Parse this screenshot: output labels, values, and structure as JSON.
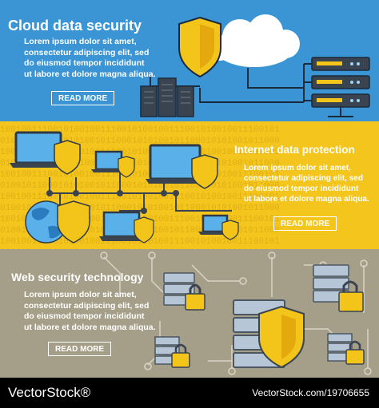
{
  "banners": [
    {
      "title": "Cloud data security",
      "body": [
        "Lorem ipsum dolor sit amet,",
        "consectetur adipiscing elit, sed",
        "do eiusmod tempor incididunt",
        "ut labore et dolore magna aliqua."
      ],
      "button": "READ MORE",
      "colors": {
        "background": "#3b95d4"
      }
    },
    {
      "title": "Internet data protection",
      "body": [
        "Lorem ipsum dolor sit amet,",
        "consectetur adipiscing elit, sed",
        "do eiusmod tempor incididunt",
        "ut labore et dolore magna aliqua."
      ],
      "button": "READ MORE",
      "colors": {
        "background": "#f4c51c"
      }
    },
    {
      "title": "Web security technology",
      "body": [
        "Lorem ipsum dolor sit amet,",
        "consectetur adipiscing elit, sed",
        "do eiusmod tempor incididunt",
        "ut labore et dolore magna aliqua."
      ],
      "button": "READ MORE",
      "colors": {
        "background": "#a59e88"
      }
    }
  ],
  "binary_pattern": "10010011100101001001110010100100111001010010011100101\n01001011000101010010110001010100101100010101001011000\n10010011100101001001110010100100111001010010011100101\n01001011000101010010110001010100101100010101001011000\n10010011100101001001110010100100111001010010011100101\n01001011000101010010110001010100101100010101001011000\n10010011100101001001110010100100111001010010011100101\n01001011000101010010110001010100101100010101001011000\n10010011100101001001110010100100111001010010011100101\n01001011000101010010110001010100101100010101001011000\n10010011100101001001110010100100111001010010011100101\n01001011000101010010110001010100101100010101001011000",
  "footer": {
    "brand": "VectorStock®",
    "url": "VectorStock.com/19706655"
  }
}
